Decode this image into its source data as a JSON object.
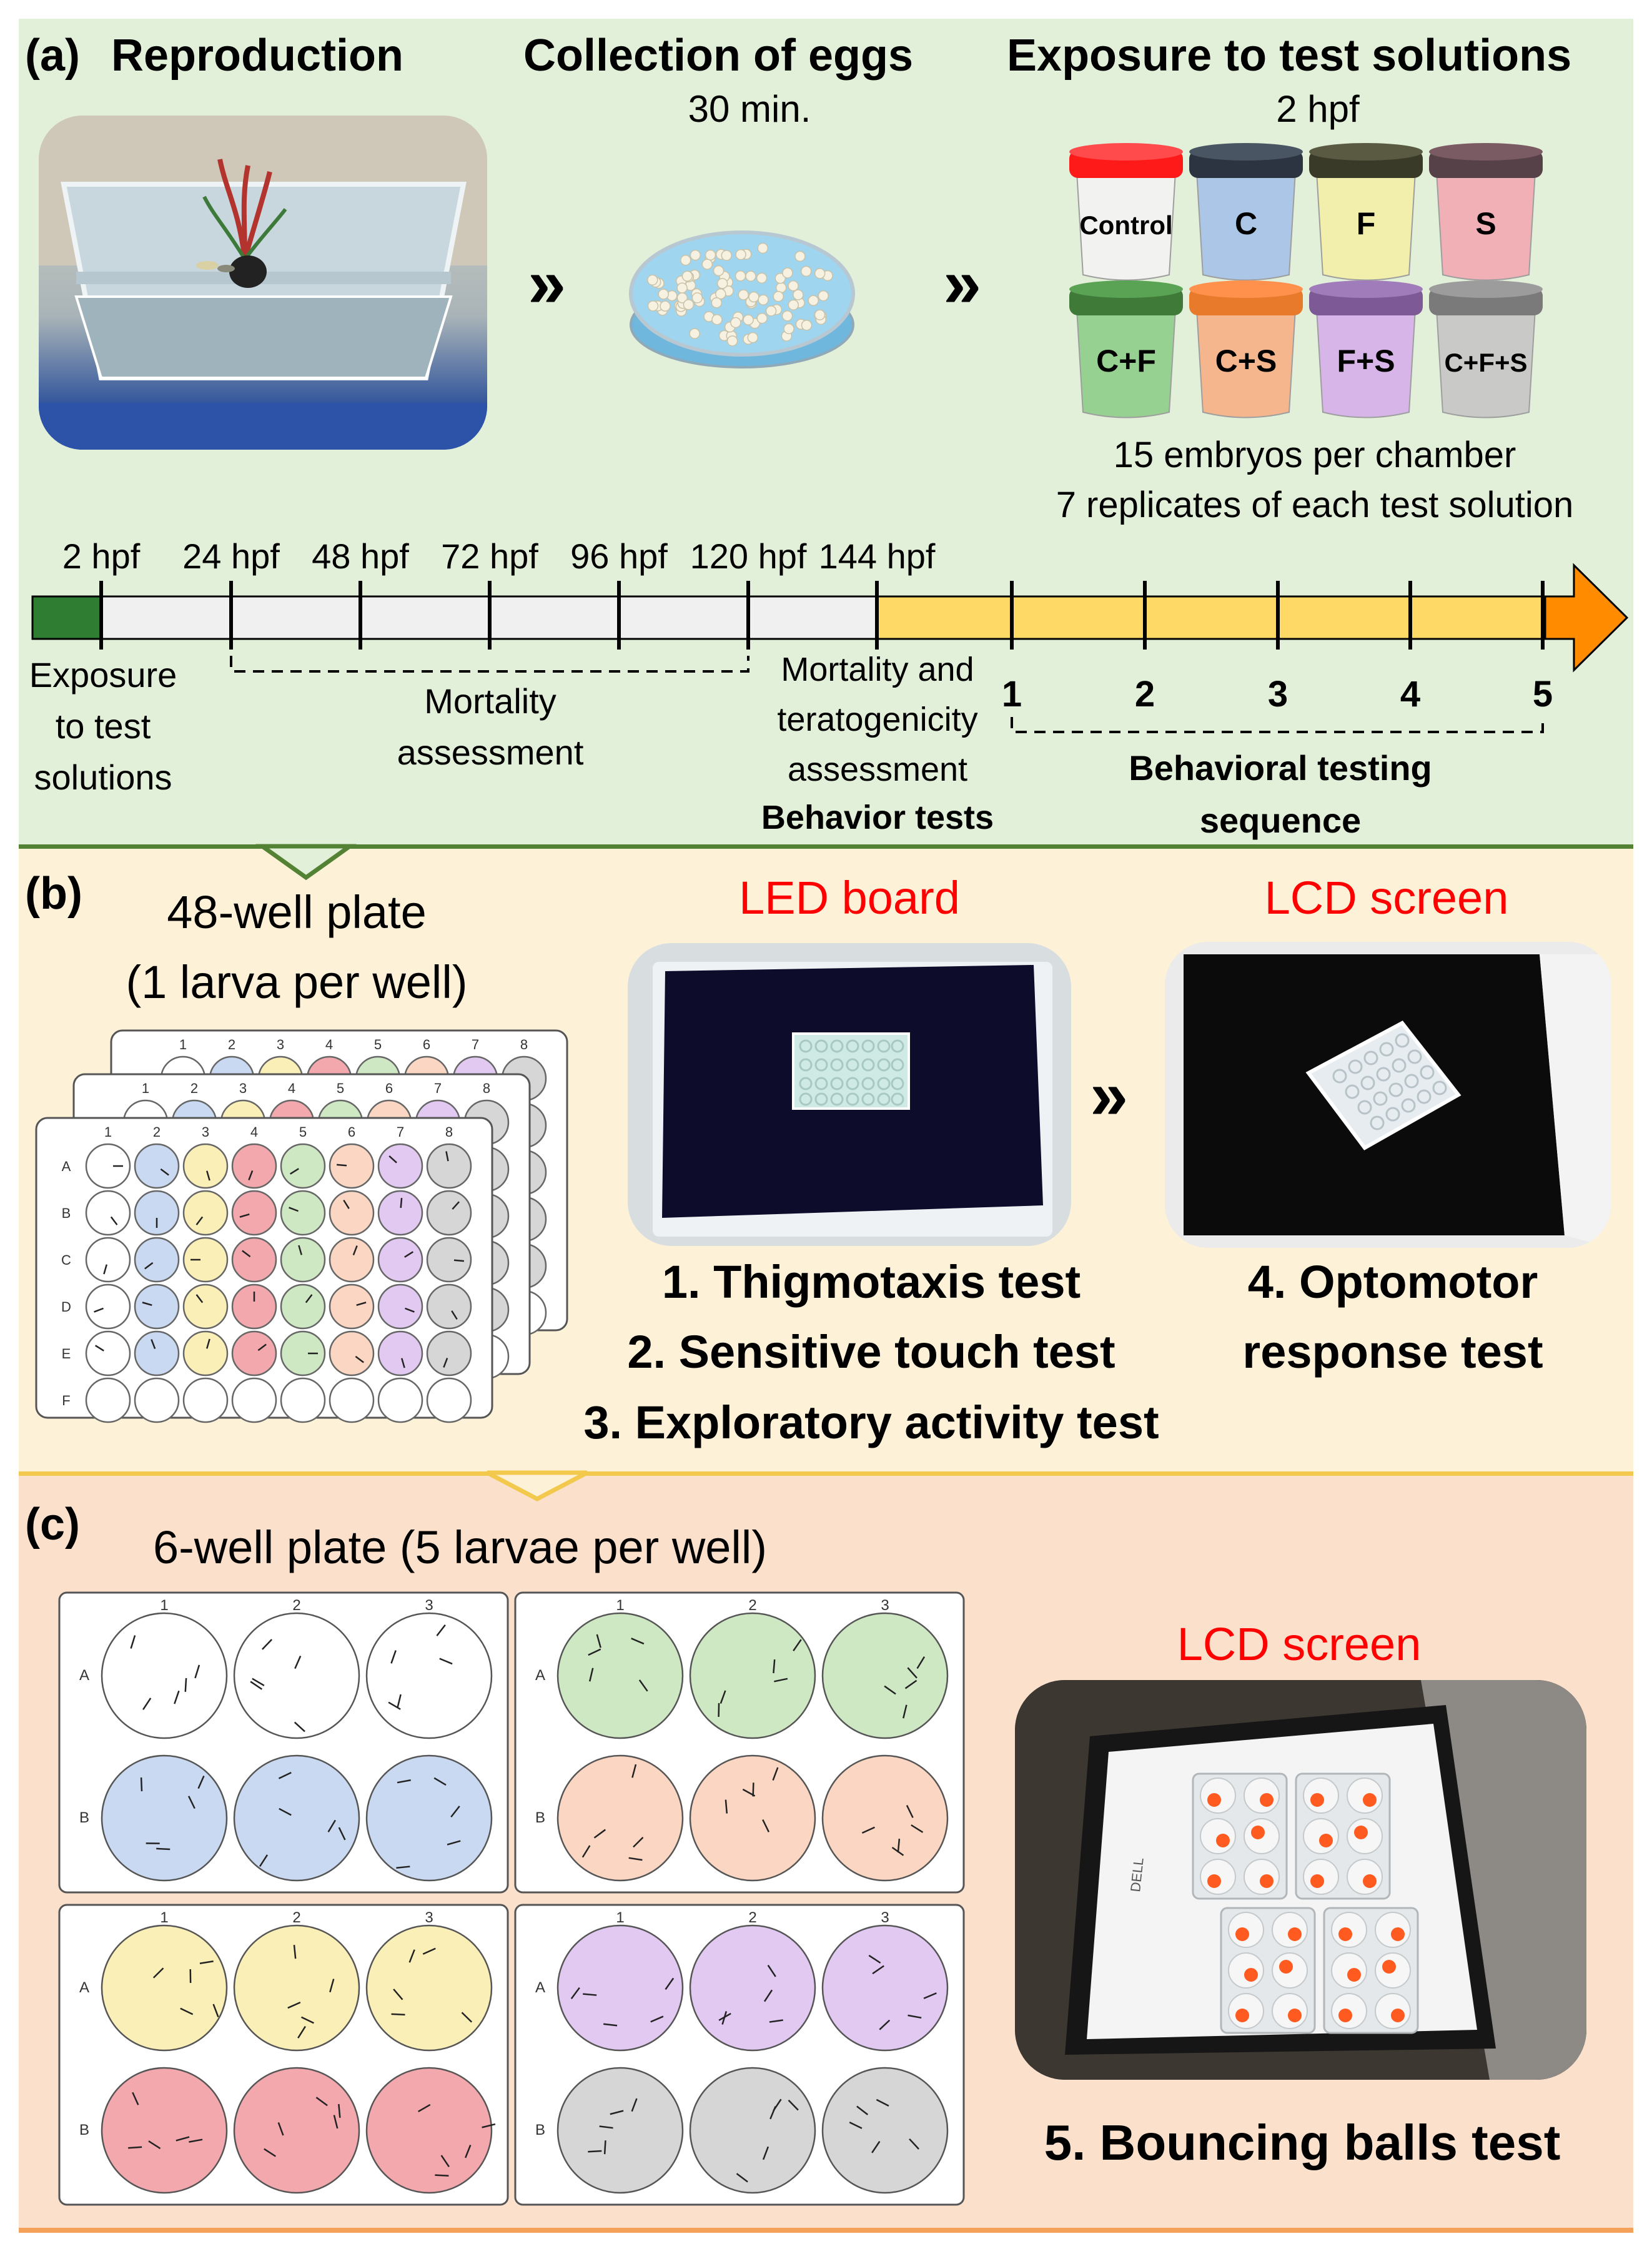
{
  "panel_a": {
    "label": "(a)",
    "reproduction_title": "Reproduction",
    "collection_title": "Collection of eggs",
    "collection_time": "30 min.",
    "exposure_title": "Exposure to test solutions",
    "exposure_time": "2 hpf",
    "cups": [
      "Control",
      "C",
      "F",
      "S",
      "C+F",
      "C+S",
      "F+S",
      "C+F+S"
    ],
    "cup_colors": [
      "#f3f3f3",
      "#a9c4e8",
      "#f3eeaa",
      "#f1adb5",
      "#93d08e",
      "#f7b489",
      "#d7b2ea",
      "#c8c8c8"
    ],
    "embryos_text": "15 embryos per chamber",
    "replicates_text": "7 replicates of each test solution",
    "arrow_glyph": "»",
    "timeline": {
      "ticks": [
        "2 hpf",
        "24 hpf",
        "48 hpf",
        "72 hpf",
        "96 hpf",
        "120 hpf",
        "144 hpf"
      ],
      "exposure_label": "Exposure to test solutions",
      "mortality_label": "Mortality assessment",
      "terato_label": "Mortality and teratogenicity assessment",
      "behavior_tests_label": "Behavior tests",
      "sequence_numbers": [
        "1",
        "2",
        "3",
        "4",
        "5"
      ],
      "sequence_label": "Behavioral testing sequence"
    }
  },
  "panel_b": {
    "label": "(b)",
    "plate_title_1": "48-well plate",
    "plate_title_2": "(1 larva per well)",
    "plate_cols": [
      "1",
      "2",
      "3",
      "4",
      "5",
      "6",
      "7",
      "8"
    ],
    "plate_rows": [
      "A",
      "B",
      "C",
      "D",
      "E",
      "F"
    ],
    "led_title": "LED board",
    "lcd_title": "LCD screen",
    "arrow_glyph": "»",
    "tests": [
      "1. Thigmotaxis test",
      "2. Sensitive touch test",
      "3. Exploratory activity test"
    ],
    "optomotor_1": "4. Optomotor",
    "optomotor_2": "response test"
  },
  "panel_c": {
    "label": "(c)",
    "plate_title": "6-well plate (5 larvae per well)",
    "plate_cols": [
      "1",
      "2",
      "3"
    ],
    "plate_rows": [
      "A",
      "B"
    ],
    "lcd_title": "LCD screen",
    "monitor_brand": "DELL",
    "bouncing_label": "5. Bouncing balls test"
  },
  "colors": {
    "panel_a_bg": "#e2efd9",
    "panel_b_bg": "#fdf1d8",
    "panel_c_bg": "#fbe0cc",
    "timeline_exposure": "#2e7d32",
    "timeline_light": "#f0f0f0",
    "timeline_behavior": "#ffd966",
    "arrow_head": "#ff8c00",
    "red_title": "#ff0000"
  }
}
